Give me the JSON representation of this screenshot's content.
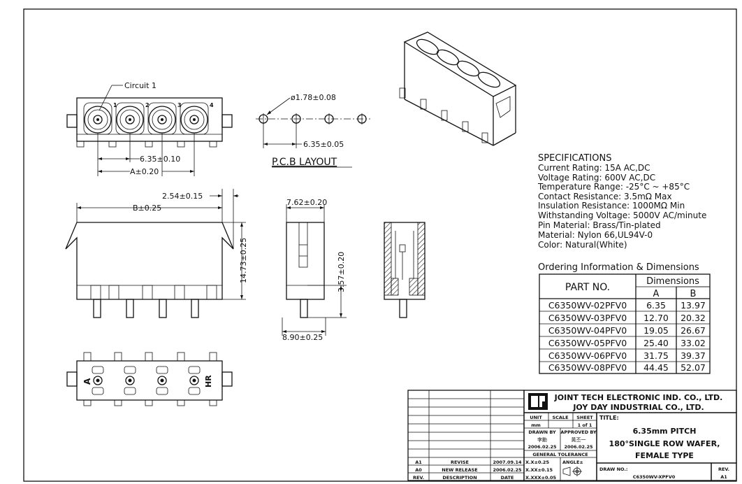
{
  "drawing": {
    "circuit_label": "Circuit 1",
    "pin_numbers": [
      "1",
      "2",
      "3",
      "4"
    ],
    "front_dims": {
      "pitch": "6.35±0.10",
      "a": "A±0.20"
    },
    "pcb": {
      "hole_dia": "ø1.78±0.08",
      "pitch": "6.35±0.05",
      "title": "P.C.B LAYOUT"
    },
    "side_dims": {
      "offset": "2.54±0.15",
      "b": "B±0.25",
      "height": "14.73±0.25"
    },
    "end_dims": {
      "width": "7.62±0.20",
      "depth": "8.90±0.25",
      "tail": "3.57±0.20"
    },
    "bottom_marks": {
      "a": "A",
      "hr": "HR"
    }
  },
  "specifications": {
    "title": "SPECIFICATIONS",
    "lines": [
      "Current Rating: 15A AC,DC",
      "Voltage Rating: 600V AC,DC",
      "Temperature Range: -25°C ~ +85°C",
      "Contact Resistance: 3.5mΩ Max",
      "Insulation Resistance: 1000MΩ Min",
      "Withstanding Voltage: 5000V AC/minute",
      "Pin Material: Brass/Tin-plated",
      "Material: Nylon 66,UL94V-0",
      "Color: Natural(White)"
    ]
  },
  "ordering": {
    "title": "Ordering Information & Dimensions",
    "header_part": "PART NO.",
    "header_dims": "Dimensions",
    "col_a": "A",
    "col_b": "B",
    "rows": [
      {
        "part": "C6350WV-02PFV0",
        "a": "6.35",
        "b": "13.97"
      },
      {
        "part": "C6350WV-03PFV0",
        "a": "12.70",
        "b": "20.32"
      },
      {
        "part": "C6350WV-04PFV0",
        "a": "19.05",
        "b": "26.67"
      },
      {
        "part": "C6350WV-05PFV0",
        "a": "25.40",
        "b": "33.02"
      },
      {
        "part": "C6350WV-06PFV0",
        "a": "31.75",
        "b": "39.37"
      },
      {
        "part": "C6350WV-08PFV0",
        "a": "44.45",
        "b": "52.07"
      }
    ]
  },
  "title_block": {
    "company1": "JOINT TECH ELECTRONIC IND. CO., LTD.",
    "company2": "JOY DAY INDUSTRIAL CO., LTD.",
    "unit_label": "UNIT",
    "unit_value": "mm",
    "scale_label": "SCALE",
    "sheet_label": "SHEET",
    "sheet_value": "1 of 1",
    "drawn_by_label": "DRAWN BY",
    "drawn_by": "李勳",
    "drawn_date": "2006.02.25",
    "approved_by_label": "APPROVED BY",
    "approved_by": "黃丕一",
    "approved_date": "2006.02.25",
    "tolerance_label": "GENERAL TOLERANCE",
    "tol1": "X.X±0.25",
    "tol2": "X.XX±0.15",
    "tol3": "X.XXX±0.05",
    "angle_label": "ANGLE±",
    "title_label": "TITLE:",
    "title_lines": [
      "6.35mm PITCH",
      "180°SINGLE ROW WAFER,",
      "FEMALE TYPE"
    ],
    "draw_no_label": "DRAW NO.:",
    "draw_no": "C6350WV-XPFV0",
    "rev_label": "REV.",
    "rev_value": "A1",
    "revisions": [
      {
        "rev": "A1",
        "desc": "REVISE",
        "date": "2007.09.14"
      },
      {
        "rev": "A0",
        "desc": "NEW RELEASE",
        "date": "2006.02.25"
      }
    ],
    "rev_header": {
      "rev": "REV.",
      "desc": "DESCRIPTION",
      "date": "DATE"
    }
  }
}
